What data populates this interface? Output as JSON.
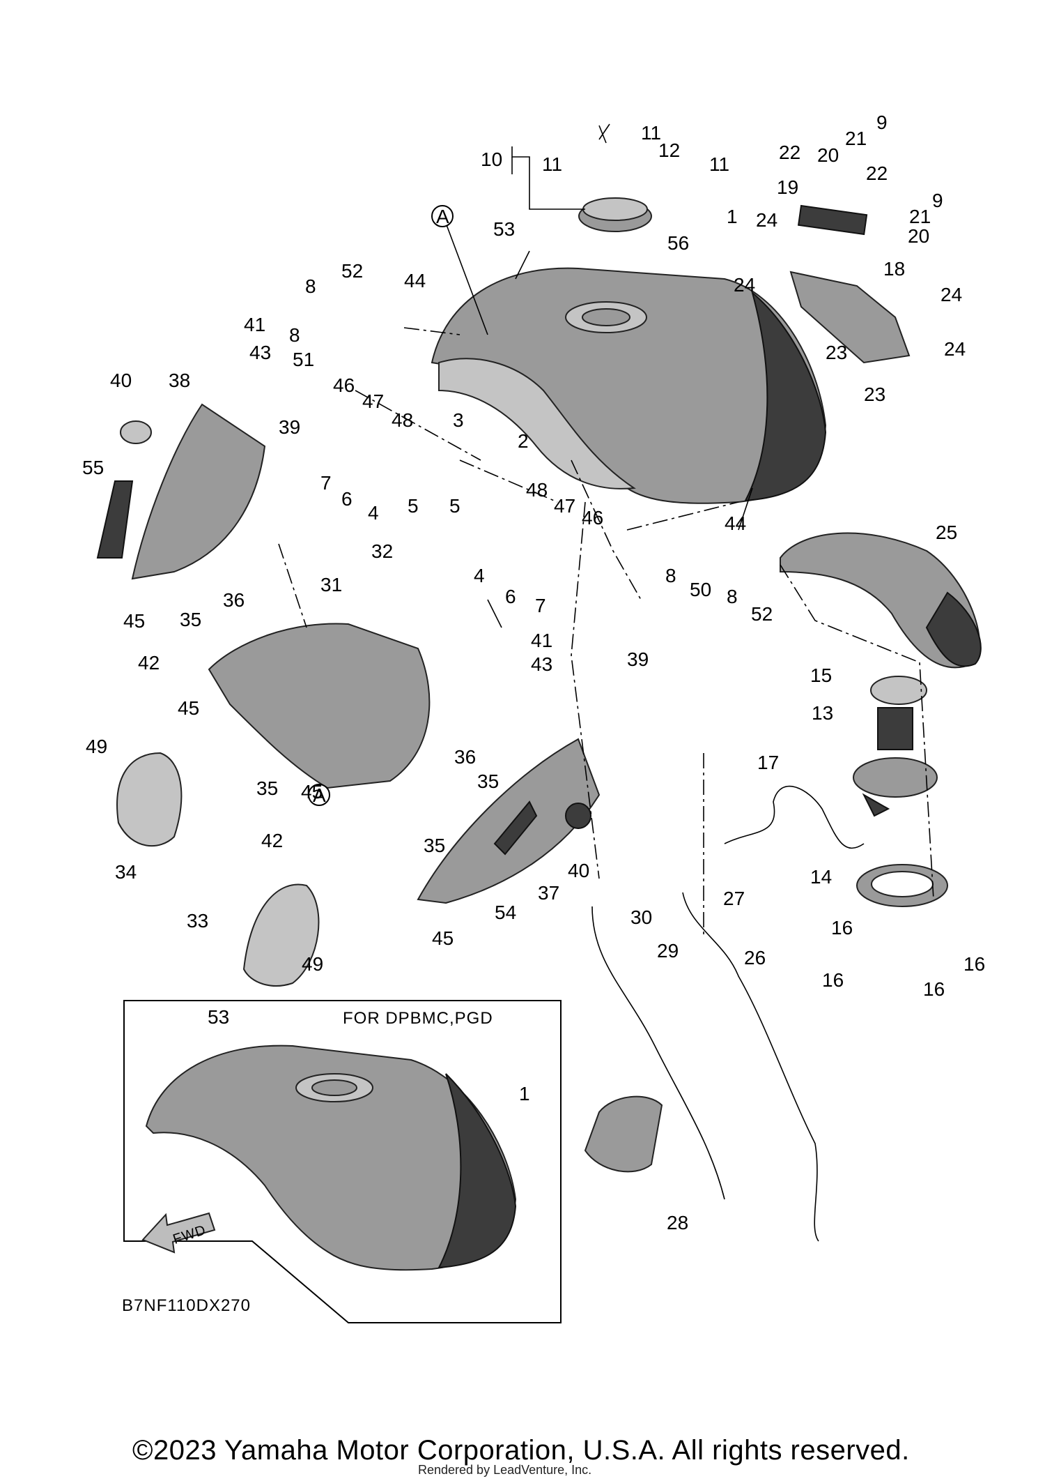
{
  "diagram_code": "B7NF110DX270",
  "inset": {
    "label": "FOR DPBMC,PGD"
  },
  "direction_marker": "FWD",
  "reference_marker": "A",
  "callouts": {
    "c1a": "1",
    "c1b": "1",
    "c2": "2",
    "c3": "3",
    "c4a": "4",
    "c4b": "4",
    "c5a": "5",
    "c5b": "5",
    "c6a": "6",
    "c6b": "6",
    "c7a": "7",
    "c7b": "7",
    "c8a": "8",
    "c8b": "8",
    "c8c": "8",
    "c8d": "8",
    "c9a": "9",
    "c9b": "9",
    "c10": "10",
    "c11a": "11",
    "c11b": "11",
    "c11c": "11",
    "c12": "12",
    "c13": "13",
    "c14": "14",
    "c15": "15",
    "c16a": "16",
    "c16b": "16",
    "c16c": "16",
    "c16d": "16",
    "c17": "17",
    "c18": "18",
    "c19": "19",
    "c20a": "20",
    "c20b": "20",
    "c21a": "21",
    "c21b": "21",
    "c22a": "22",
    "c22b": "22",
    "c23a": "23",
    "c23b": "23",
    "c24a": "24",
    "c24b": "24",
    "c24c": "24",
    "c24d": "24",
    "c25": "25",
    "c26": "26",
    "c27": "27",
    "c28": "28",
    "c29": "29",
    "c30": "30",
    "c31": "31",
    "c32": "32",
    "c33": "33",
    "c34": "34",
    "c35a": "35",
    "c35b": "35",
    "c35c": "35",
    "c35d": "35",
    "c36a": "36",
    "c36b": "36",
    "c37": "37",
    "c38": "38",
    "c39a": "39",
    "c39b": "39",
    "c40a": "40",
    "c40b": "40",
    "c41a": "41",
    "c41b": "41",
    "c42a": "42",
    "c42b": "42",
    "c43a": "43",
    "c43b": "43",
    "c44a": "44",
    "c44b": "44",
    "c45a": "45",
    "c45b": "45",
    "c45c": "45",
    "c45d": "45",
    "c46a": "46",
    "c46b": "46",
    "c47a": "47",
    "c47b": "47",
    "c48a": "48",
    "c48b": "48",
    "c49a": "49",
    "c49b": "49",
    "c50": "50",
    "c51": "51",
    "c52a": "52",
    "c52b": "52",
    "c53a": "53",
    "c53b": "53",
    "c54": "54",
    "c55": "55",
    "c56": "56"
  },
  "footer": {
    "copyright": "©2023 Yamaha Motor Corporation, U.S.A. All rights reserved.",
    "rendered_by": "Rendered by LeadVenture, Inc."
  }
}
